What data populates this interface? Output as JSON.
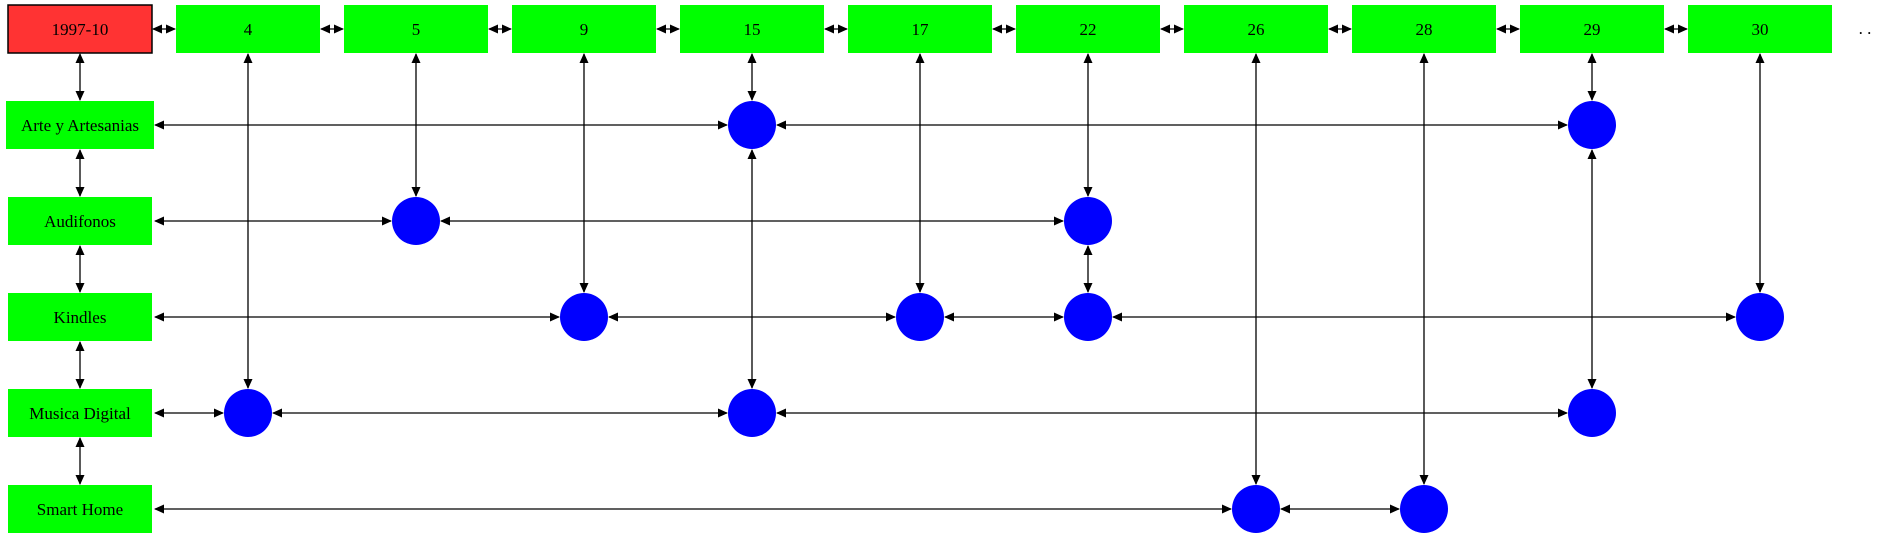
{
  "colors": {
    "root_fill": "#ff3333",
    "header_fill": "#00ff00",
    "row_fill": "#00ff00",
    "dot_fill": "#0000ff",
    "edge": "#000000",
    "ellipsis": "#555555"
  },
  "root_label": "1997-10",
  "columns": [
    "4",
    "5",
    "9",
    "15",
    "17",
    "22",
    "26",
    "28",
    "29",
    "30"
  ],
  "rows": [
    "Arte y Artesanias",
    "Audifonos",
    "Kindles",
    "Musica Digital",
    "Smart Home"
  ],
  "ellipsis": ". .",
  "cells": [
    {
      "row": "Arte y Artesanias",
      "col": "15"
    },
    {
      "row": "Arte y Artesanias",
      "col": "29"
    },
    {
      "row": "Audifonos",
      "col": "5"
    },
    {
      "row": "Audifonos",
      "col": "22"
    },
    {
      "row": "Kindles",
      "col": "9"
    },
    {
      "row": "Kindles",
      "col": "17"
    },
    {
      "row": "Kindles",
      "col": "22"
    },
    {
      "row": "Kindles",
      "col": "30"
    },
    {
      "row": "Musica Digital",
      "col": "4"
    },
    {
      "row": "Musica Digital",
      "col": "15"
    },
    {
      "row": "Musica Digital",
      "col": "29"
    },
    {
      "row": "Smart Home",
      "col": "26"
    },
    {
      "row": "Smart Home",
      "col": "28"
    }
  ]
}
